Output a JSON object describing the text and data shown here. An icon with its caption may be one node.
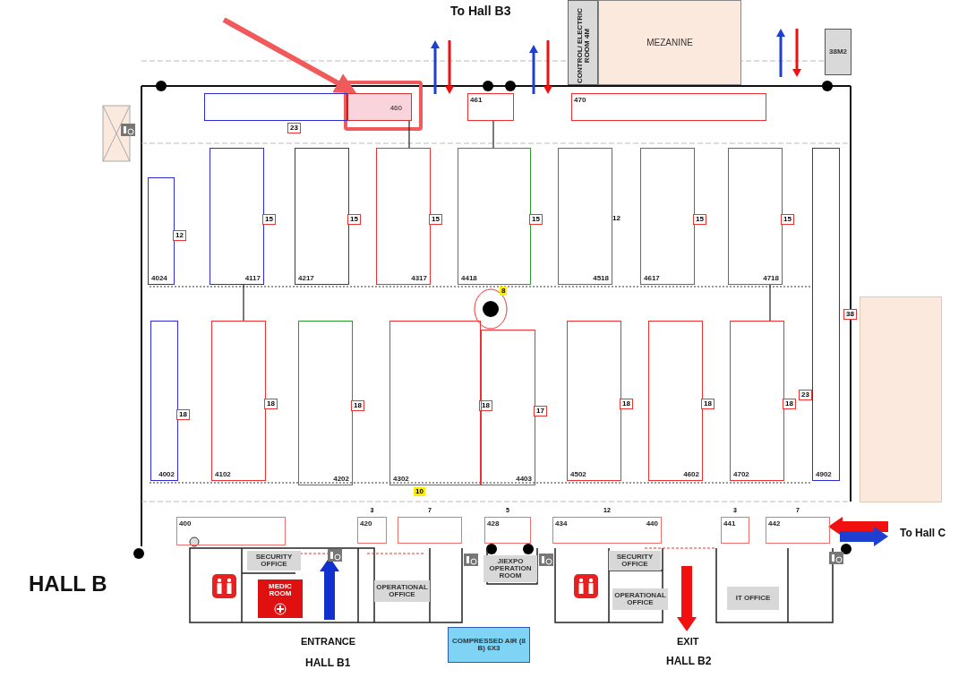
{
  "diagram": {
    "nodes": [
      {
        "text": [
          "MEZANINE"
        ]
      },
      {
        "text": [
          "CONTROL/ ELECTRIC ROOM 4M"
        ]
      },
      {
        "text": [
          "38M2"
        ]
      },
      {
        "text": [],
        "shape": "box",
        "beside": [
          "23"
        ]
      },
      {
        "text": [
          "460"
        ]
      },
      {
        "text": [
          "461"
        ]
      },
      {
        "text": [
          "470"
        ]
      },
      {
        "text": [
          "4024"
        ],
        "beside": [
          "12"
        ]
      },
      {
        "text": [
          "4117"
        ],
        "beside": [
          "15"
        ]
      },
      {
        "text": [
          "4217"
        ],
        "beside": [
          "15"
        ]
      },
      {
        "text": [
          "4317"
        ],
        "beside": [
          "15"
        ]
      },
      {
        "text": [
          "4418"
        ],
        "beside": [
          "15",
          "8"
        ]
      },
      {
        "text": [
          "4518"
        ],
        "beside": [
          "12"
        ]
      },
      {
        "text": [
          "4617"
        ],
        "beside": [
          "15"
        ]
      },
      {
        "text": [
          "4718"
        ],
        "beside": [
          "15"
        ]
      },
      {
        "text": [
          "4902"
        ],
        "beside": [
          "38",
          "23"
        ]
      },
      {
        "text": [
          "4002"
        ],
        "beside": [
          "18"
        ]
      },
      {
        "text": [
          "4102"
        ],
        "beside": [
          "18"
        ]
      },
      {
        "text": [
          "4202"
        ],
        "beside": [
          "18"
        ]
      },
      {
        "text": [
          "4302"
        ],
        "beside": [
          "18",
          "10"
        ]
      },
      {
        "text": [
          "4403"
        ],
        "beside": [
          "17"
        ]
      },
      {
        "text": [
          "4502"
        ],
        "beside": [
          "18"
        ]
      },
      {
        "text": [
          "4602"
        ],
        "beside": [
          "18"
        ]
      },
      {
        "text": [
          "4702"
        ],
        "beside": [
          "18"
        ]
      },
      {
        "text": [
          "400"
        ]
      },
      {
        "text": [
          "420"
        ],
        "beside": [
          "3"
        ]
      },
      {
        "text": [],
        "shape": "box",
        "beside": [
          "7"
        ]
      },
      {
        "text": [
          "428"
        ],
        "beside": [
          "5"
        ]
      },
      {
        "text": [
          "434",
          "440"
        ],
        "beside": [
          "12"
        ]
      },
      {
        "text": [
          "441"
        ],
        "beside": [
          "3"
        ]
      },
      {
        "text": [
          "442"
        ],
        "beside": [
          "7"
        ]
      },
      {
        "text": [
          "SECURITY OFFICE"
        ]
      },
      {
        "text": [
          "MEDIC ROOM"
        ]
      },
      {
        "text": [
          "OPERATIONAL OFFICE"
        ]
      },
      {
        "text": [
          "JIEXPO OPERATION ROOM"
        ]
      },
      {
        "text": [
          "SECURITY OFFICE"
        ]
      },
      {
        "text": [
          "OPERATIONAL OFFICE"
        ]
      },
      {
        "text": [
          "IT OFFICE"
        ]
      },
      {
        "text": [
          "COMPRESSED AIR (8 B) 6X3"
        ]
      },
      {
        "text": [],
        "shape": "box"
      }
    ],
    "edges": [
      {
        "from": 4,
        "to": 10,
        "arrow": "none"
      },
      {
        "from": 5,
        "to": 11,
        "arrow": "none"
      },
      {
        "from": 8,
        "to": 17,
        "arrow": "none"
      },
      {
        "from": 14,
        "to": 23,
        "arrow": "none"
      },
      {
        "from": null,
        "to": 4,
        "arrow": "to",
        "style": "thick",
        "color": "#f05a5a"
      }
    ],
    "labels": [
      "To Hall B3",
      "HALL B",
      "ENTRANCE",
      "HALL B1",
      "EXIT",
      "HALL B2",
      "To Hall C"
    ]
  }
}
